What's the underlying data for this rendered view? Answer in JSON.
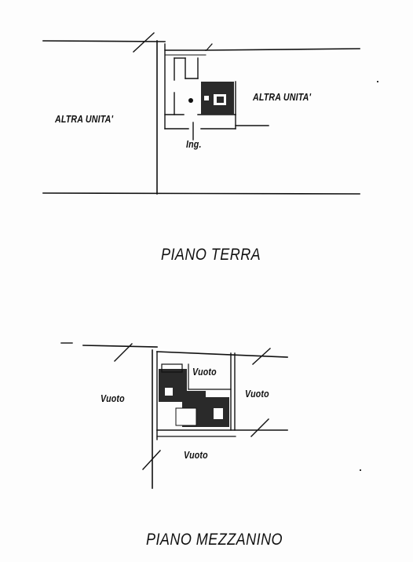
{
  "ground_floor": {
    "left_unit": "ALTRA UNITA'",
    "right_unit": "ALTRA UNITA'",
    "entrance": "Ing.",
    "title": "PIANO TERRA"
  },
  "mezzanine": {
    "void_top": "Vuoto",
    "void_left": "Vuoto",
    "void_right": "Vuoto",
    "void_bottom": "Vuoto",
    "title": "PIANO MEZZANINO"
  },
  "colors": {
    "ink": "#111111",
    "fill": "#2a2a2a"
  }
}
